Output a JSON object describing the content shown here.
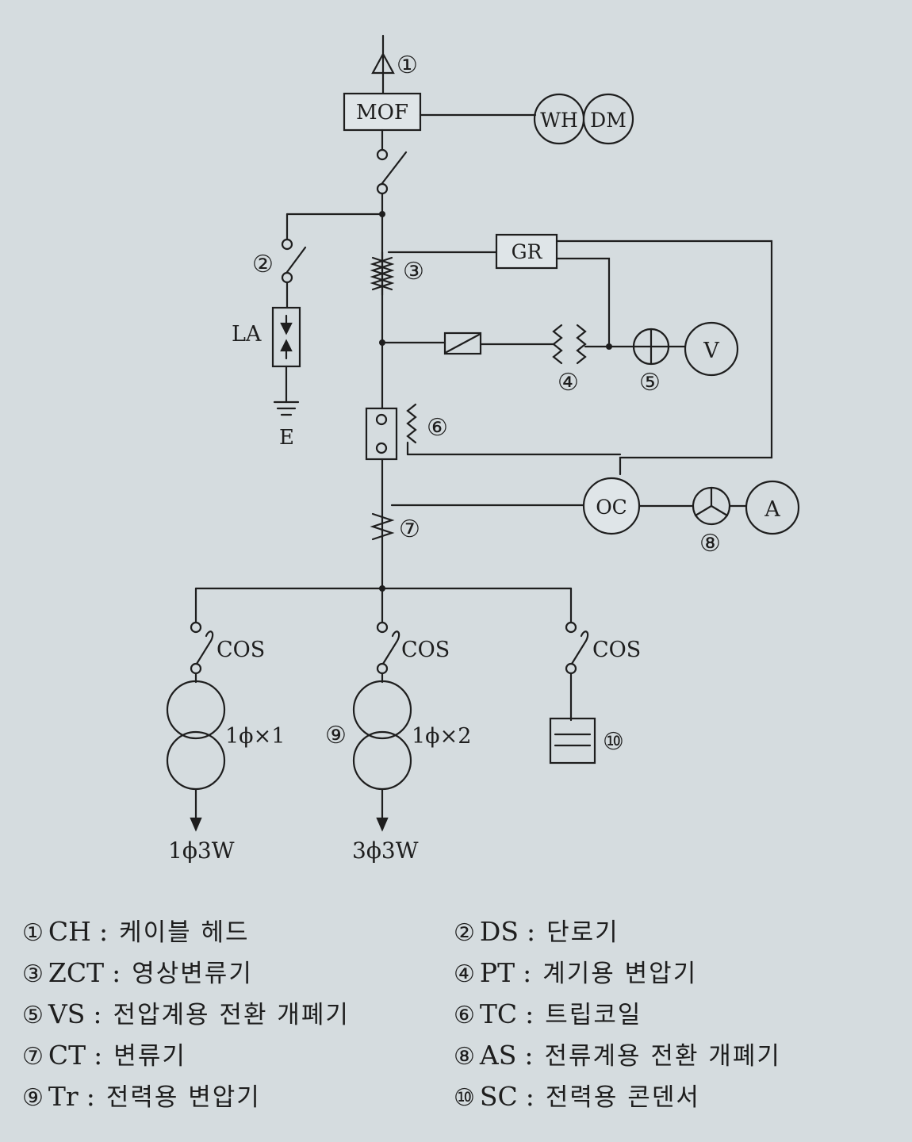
{
  "diagram": {
    "labels": {
      "mof": "MOF",
      "wh": "WH",
      "dm": "DM",
      "gr": "GR",
      "la": "LA",
      "earth": "E",
      "v": "V",
      "oc": "OC",
      "a": "A",
      "cos1": "COS",
      "cos2": "COS",
      "cos3": "COS",
      "tr1_rating": "1ϕ×1",
      "tr2_rating": "1ϕ×2",
      "out1": "1ϕ3W",
      "out2": "3ϕ3W",
      "n1": "①",
      "n2": "②",
      "n3": "③",
      "n4": "④",
      "n5": "⑤",
      "n6": "⑥",
      "n7": "⑦",
      "n8": "⑧",
      "n9": "⑨",
      "n10": "⑩"
    }
  },
  "legend": [
    {
      "num": "①",
      "code": "CH",
      "desc": "케이블 헤드"
    },
    {
      "num": "②",
      "code": "DS",
      "desc": "단로기"
    },
    {
      "num": "③",
      "code": "ZCT",
      "desc": "영상변류기"
    },
    {
      "num": "④",
      "code": "PT",
      "desc": "계기용 변압기"
    },
    {
      "num": "⑤",
      "code": "VS",
      "desc": "전압계용 전환 개폐기"
    },
    {
      "num": "⑥",
      "code": "TC",
      "desc": "트립코일"
    },
    {
      "num": "⑦",
      "code": "CT",
      "desc": "변류기"
    },
    {
      "num": "⑧",
      "code": "AS",
      "desc": "전류계용 전환 개폐기"
    },
    {
      "num": "⑨",
      "code": "Tr",
      "desc": "전력용 변압기"
    },
    {
      "num": "⑩",
      "code": "SC",
      "desc": "전력용 콘덴서"
    }
  ],
  "colors": {
    "background": "#d5dcdf",
    "ink": "#1e1e1e"
  }
}
